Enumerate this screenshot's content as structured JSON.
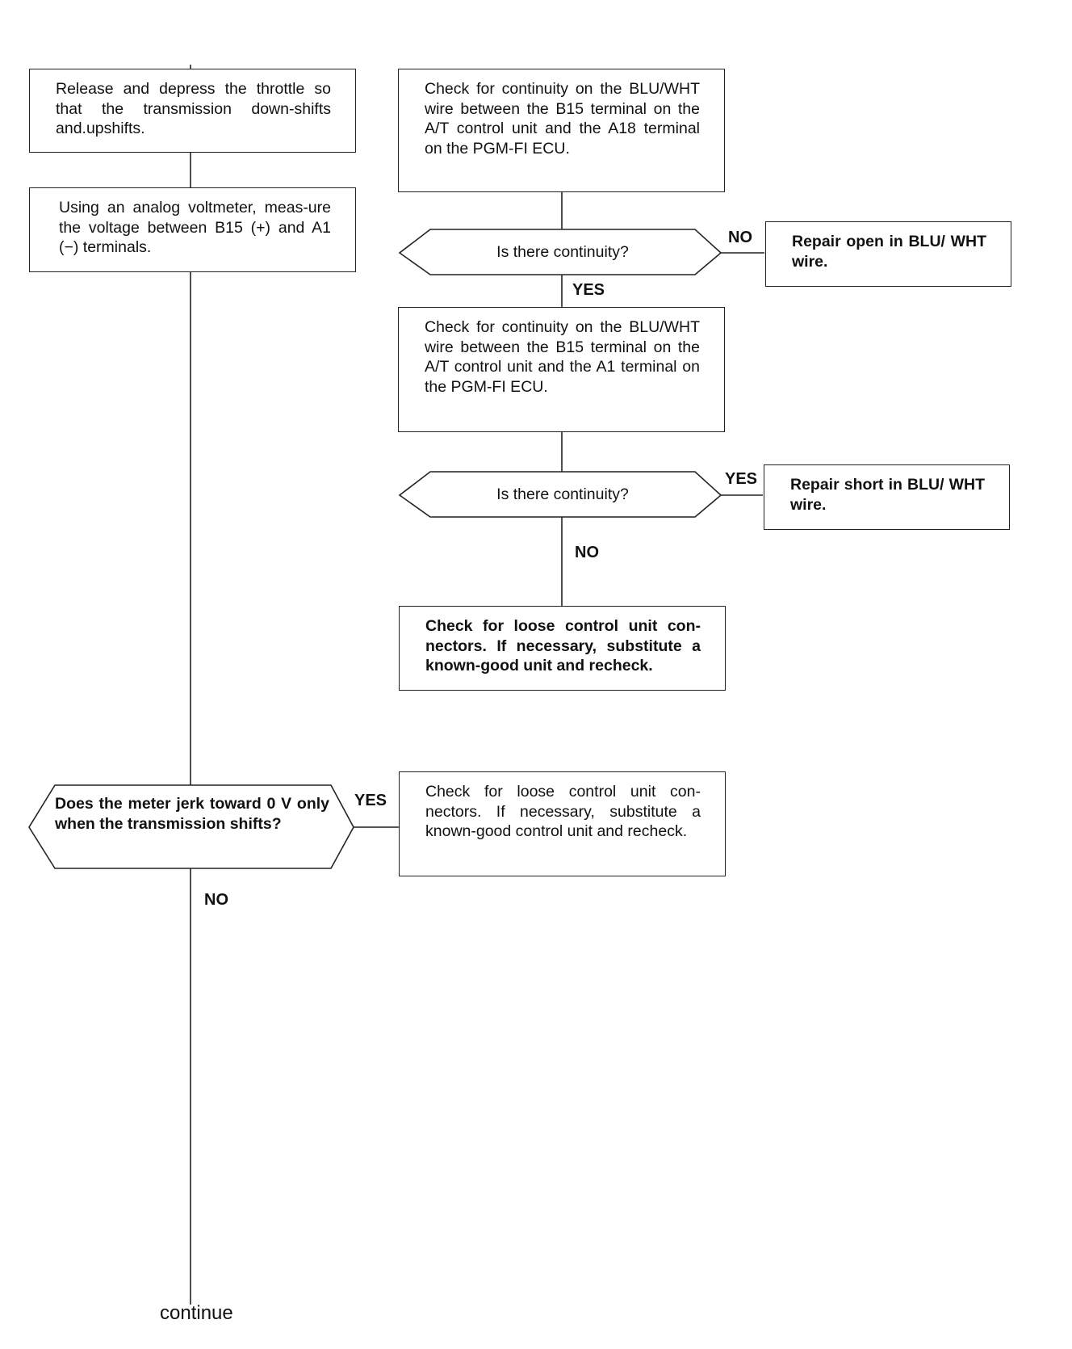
{
  "flowchart": {
    "left": {
      "step1": "Release and depress the throttle so that the transmission down-shifts and.upshifts.",
      "step2": "Using an analog voltmeter, meas-ure the voltage between B15 (+) and A1 (−) terminals.",
      "decision": "Does the meter jerk toward 0 V only when the transmission shifts?",
      "decision_yes_label": "YES",
      "decision_no_label": "NO",
      "yes_result": "Check for loose control unit con-nectors. If necessary, substitute a known-good control unit and recheck.",
      "continue_label": "continue"
    },
    "right": {
      "check1": "Check for continuity on the BLU/WHT wire between the B15 terminal on the A/T control unit and the A18 terminal on the PGM-FI ECU.",
      "decision1": "Is there continuity?",
      "decision1_no_label": "NO",
      "decision1_yes_label": "YES",
      "decision1_no_result": "Repair open in BLU/ WHT wire.",
      "check2": "Check for continuity on the BLU/WHT wire between the B15 terminal on the A/T control unit and the A1 terminal on the PGM-FI ECU.",
      "decision2": "Is there continuity?",
      "decision2_yes_label": "YES",
      "decision2_no_label": "NO",
      "decision2_yes_result": "Repair short in BLU/ WHT wire.",
      "decision2_no_result": "Check for loose control unit con-nectors. If necessary, substitute a known-good unit and recheck."
    }
  }
}
